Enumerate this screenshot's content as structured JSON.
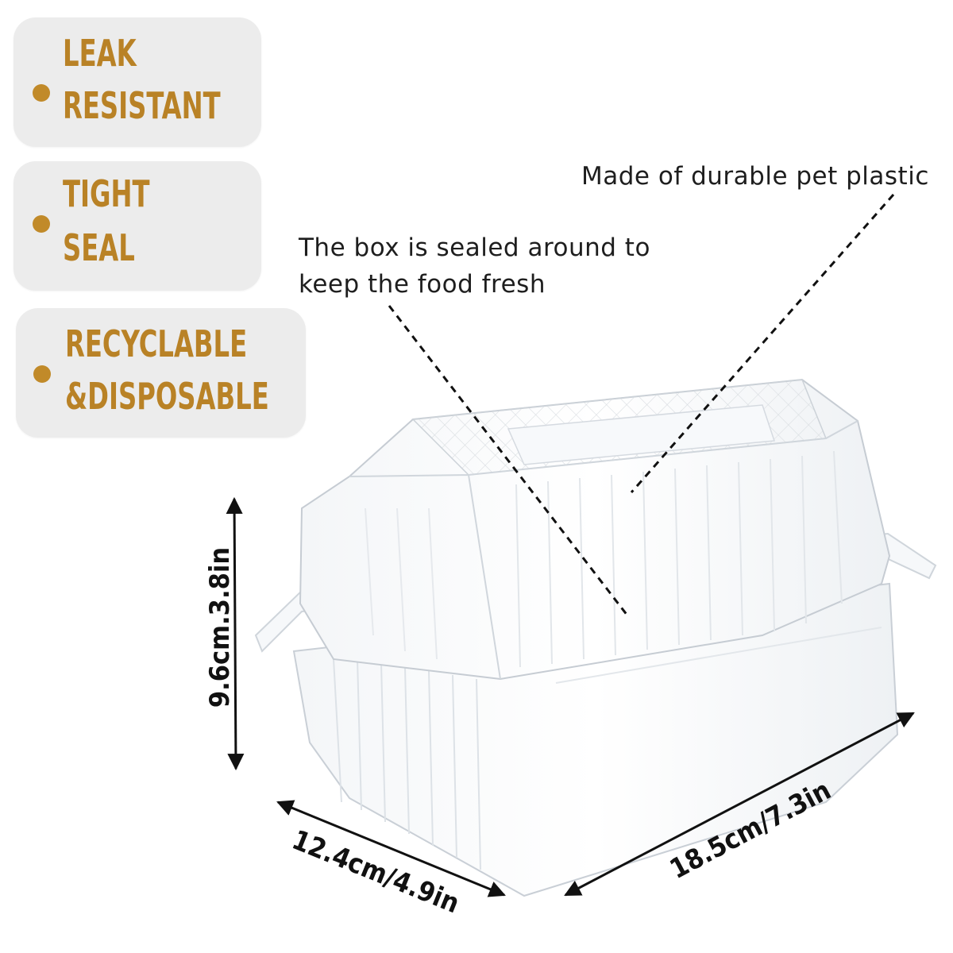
{
  "badges": [
    {
      "lines": [
        "LEAK",
        "RESISTANT"
      ]
    },
    {
      "lines": [
        "TIGHT",
        "SEAL"
      ]
    },
    {
      "lines": [
        "RECYCLABLE",
        "&DISPOSABLE"
      ]
    }
  ],
  "callouts": {
    "material": "Made of durable pet plastic",
    "sealed_line1": "The box is sealed around to",
    "sealed_line2": "keep the food fresh"
  },
  "dimensions": {
    "height": "9.6cm.3.8in",
    "width": "12.4cm/4.9in",
    "length": "18.5cm/7.3in"
  },
  "colors": {
    "accent": "#c18a29",
    "badge_bg": "#ececec",
    "text": "#1e1e1e"
  }
}
